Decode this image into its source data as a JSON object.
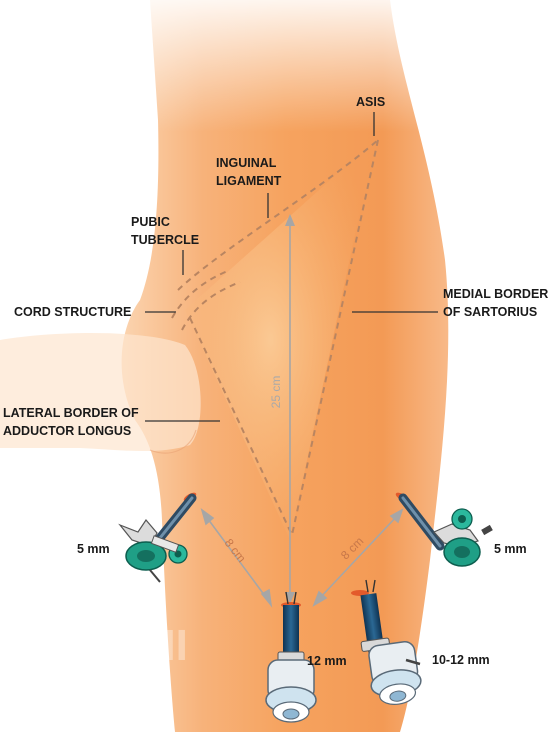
{
  "labels": {
    "asis": "ASIS",
    "inguinal_line1": "INGUINAL",
    "inguinal_line2": "LIGAMENT",
    "pubic_line1": "PUBIC",
    "pubic_line2": "TUBERCLE",
    "cord": "CORD STRUCTURE",
    "sartorius_line1": "MEDIAL BORDER",
    "sartorius_line2": "OF SARTORIUS",
    "adductor_line1": "LATERAL BORDER OF",
    "adductor_line2": "ADDUCTOR LONGUS"
  },
  "measurements": {
    "length": "25 cm",
    "left_distance": "8 cm",
    "right_distance": "8 cm"
  },
  "ports": {
    "left": "5 mm",
    "right": "5 mm",
    "center": "12 mm",
    "lower_right": "10-12 mm"
  },
  "watermark": "CIMI",
  "colors": {
    "skin": "#f6a15f",
    "skin_light": "#fcd2ac",
    "dashed_line": "#b47a55",
    "port_teal": "#1fa88f",
    "port_blue": "#1d4e78"
  }
}
